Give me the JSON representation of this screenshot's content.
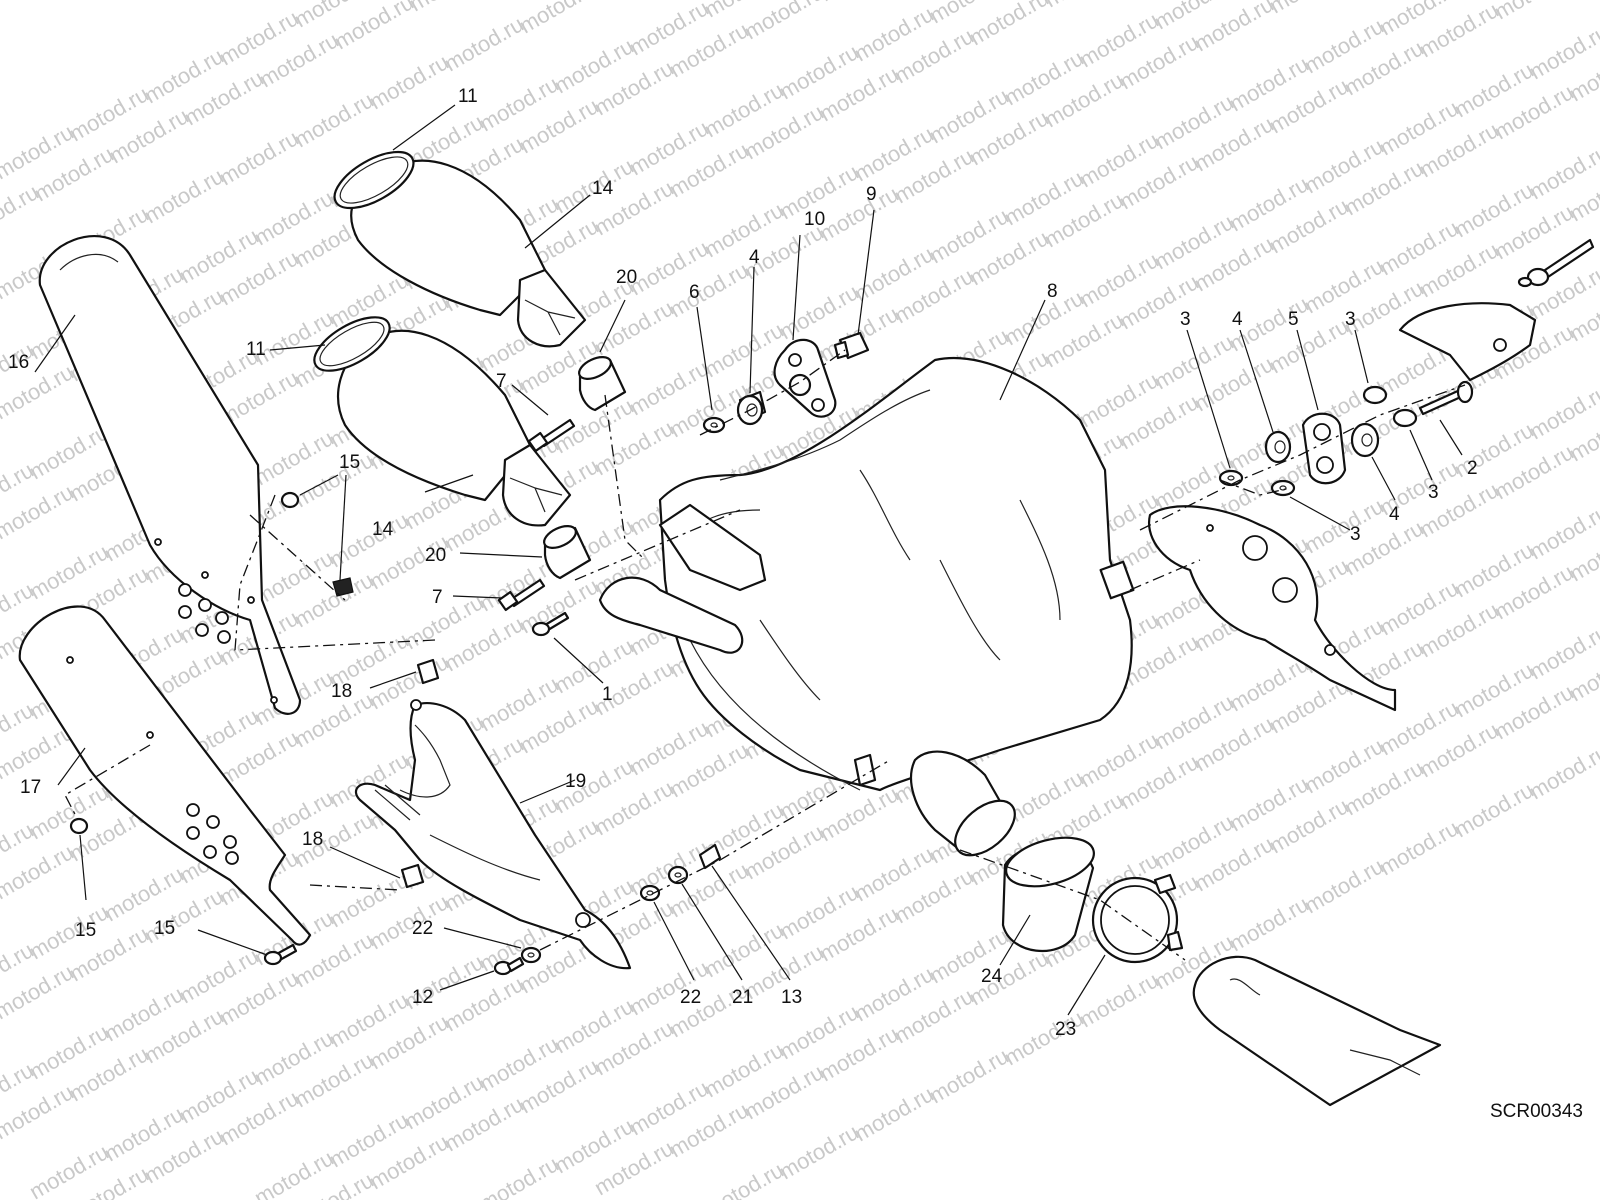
{
  "diagram": {
    "drawing_code": "SCR00343",
    "watermark_text": "motod.ru",
    "callouts": [
      {
        "id": "c11a",
        "label": "11"
      },
      {
        "id": "c14a",
        "label": "14"
      },
      {
        "id": "c11b",
        "label": "11"
      },
      {
        "id": "c14b",
        "label": "14"
      },
      {
        "id": "c16",
        "label": "16"
      },
      {
        "id": "c20a",
        "label": "20"
      },
      {
        "id": "c7a",
        "label": "7"
      },
      {
        "id": "c20b",
        "label": "20"
      },
      {
        "id": "c7b",
        "label": "7"
      },
      {
        "id": "c15a",
        "label": "15"
      },
      {
        "id": "c6",
        "label": "6"
      },
      {
        "id": "c4a",
        "label": "4"
      },
      {
        "id": "c10",
        "label": "10"
      },
      {
        "id": "c9",
        "label": "9"
      },
      {
        "id": "c8",
        "label": "8"
      },
      {
        "id": "c1",
        "label": "1"
      },
      {
        "id": "c3a",
        "label": "3"
      },
      {
        "id": "c4b",
        "label": "4"
      },
      {
        "id": "c5",
        "label": "5"
      },
      {
        "id": "c3b",
        "label": "3"
      },
      {
        "id": "c2",
        "label": "2"
      },
      {
        "id": "c3c",
        "label": "3"
      },
      {
        "id": "c4c",
        "label": "4"
      },
      {
        "id": "c3d",
        "label": "3"
      },
      {
        "id": "c18a",
        "label": "18"
      },
      {
        "id": "c19",
        "label": "19"
      },
      {
        "id": "c17",
        "label": "17"
      },
      {
        "id": "c15b",
        "label": "15"
      },
      {
        "id": "c18b",
        "label": "18"
      },
      {
        "id": "c15c",
        "label": "15"
      },
      {
        "id": "c22a",
        "label": "22"
      },
      {
        "id": "c12",
        "label": "12"
      },
      {
        "id": "c22b",
        "label": "22"
      },
      {
        "id": "c21",
        "label": "21"
      },
      {
        "id": "c13",
        "label": "13"
      },
      {
        "id": "c24",
        "label": "24"
      },
      {
        "id": "c23",
        "label": "23"
      }
    ]
  }
}
